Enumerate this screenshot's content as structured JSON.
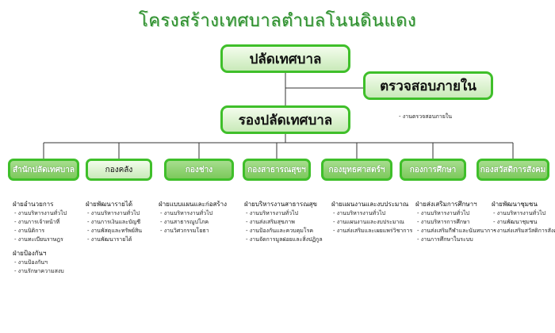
{
  "title": "โครงสร้างเทศบาลตำบลโนนดินแดง",
  "top": {
    "mayor_clerk": "ปลัดเทศบาล",
    "internal_audit": "ตรวจสอบภายใน",
    "internal_audit_note": "- งานตรวจสอบภายใน",
    "deputy_clerk": "รองปลัดเทศบาล"
  },
  "departments": [
    {
      "label": "สำนักปลัดเทศบาล",
      "style": "solid",
      "groups": [
        {
          "head": "ฝ่ายอำนวยการ",
          "items": [
            "- งานบริหารงานทั่วไป",
            "- งานการเจ้าหน้าที่",
            "- งานนิติการ",
            "- งานทะเบียนราษฎร"
          ]
        },
        {
          "head": "ฝ่ายป้องกันฯ",
          "items": [
            "- งานป้องกันฯ",
            "- งานรักษาความสงบ"
          ]
        }
      ]
    },
    {
      "label": "กองคลัง",
      "style": "light",
      "groups": [
        {
          "head": "ฝ่ายพัฒนารายได้",
          "items": [
            "- งานบริหารงานทั่วไป",
            "- งานการเงินและบัญชี",
            "- งานพัสดุและทรัพย์สิน",
            "- งานพัฒนารายได้"
          ]
        }
      ]
    },
    {
      "label": "กองช่าง",
      "style": "solid",
      "groups": [
        {
          "head": "ฝ่ายแบบแผนและก่อสร้าง",
          "items": [
            "- งานบริหารงานทั่วไป",
            "- งานสาธารณูปโภค",
            "- งานวิศวกรรมโยธา"
          ]
        }
      ]
    },
    {
      "label": "กองสาธารณสุขฯ",
      "style": "solid",
      "groups": [
        {
          "head": "ฝ่ายบริหารงานสาธารณสุข",
          "items": [
            "- งานบริหารงานทั่วไป",
            "- งานส่งเสริมสุขภาพ",
            "- งานป้องกันและควบคุมโรค",
            "- งานจัดการมูลฝอยและสิ่งปฏิกูล"
          ]
        }
      ]
    },
    {
      "label": "กองยุทธศาสตร์ฯ",
      "style": "solid",
      "groups": [
        {
          "head": "ฝ่ายแผนงานและงบประมาณ",
          "items": [
            "- งานบริหารงานทั่วไป",
            "- งานแผนงานและงบประมาณ",
            "- งานส่งเสริมและเผยแพร่วิชาการ"
          ]
        }
      ]
    },
    {
      "label": "กองการศึกษา",
      "style": "solid",
      "groups": [
        {
          "head": "ฝ่ายส่งเสริมการศึกษาฯ",
          "items": [
            "- งานบริหารงานทั่วไป",
            "- งานบริหารการศึกษา",
            "- งานส่งเสริมกีฬาและนันทนาการ",
            "- งานการศึกษาในระบบ"
          ]
        }
      ]
    },
    {
      "label": "กองสวัสดิการสังคม",
      "style": "solid",
      "groups": [
        {
          "head": "ฝ่ายพัฒนาชุมชน",
          "items": [
            "- งานบริหารงานทั่วไป",
            "- งานพัฒนาชุมชน",
            "- งานส่งเสริมสวัสดิการสังคม"
          ]
        }
      ]
    }
  ]
}
